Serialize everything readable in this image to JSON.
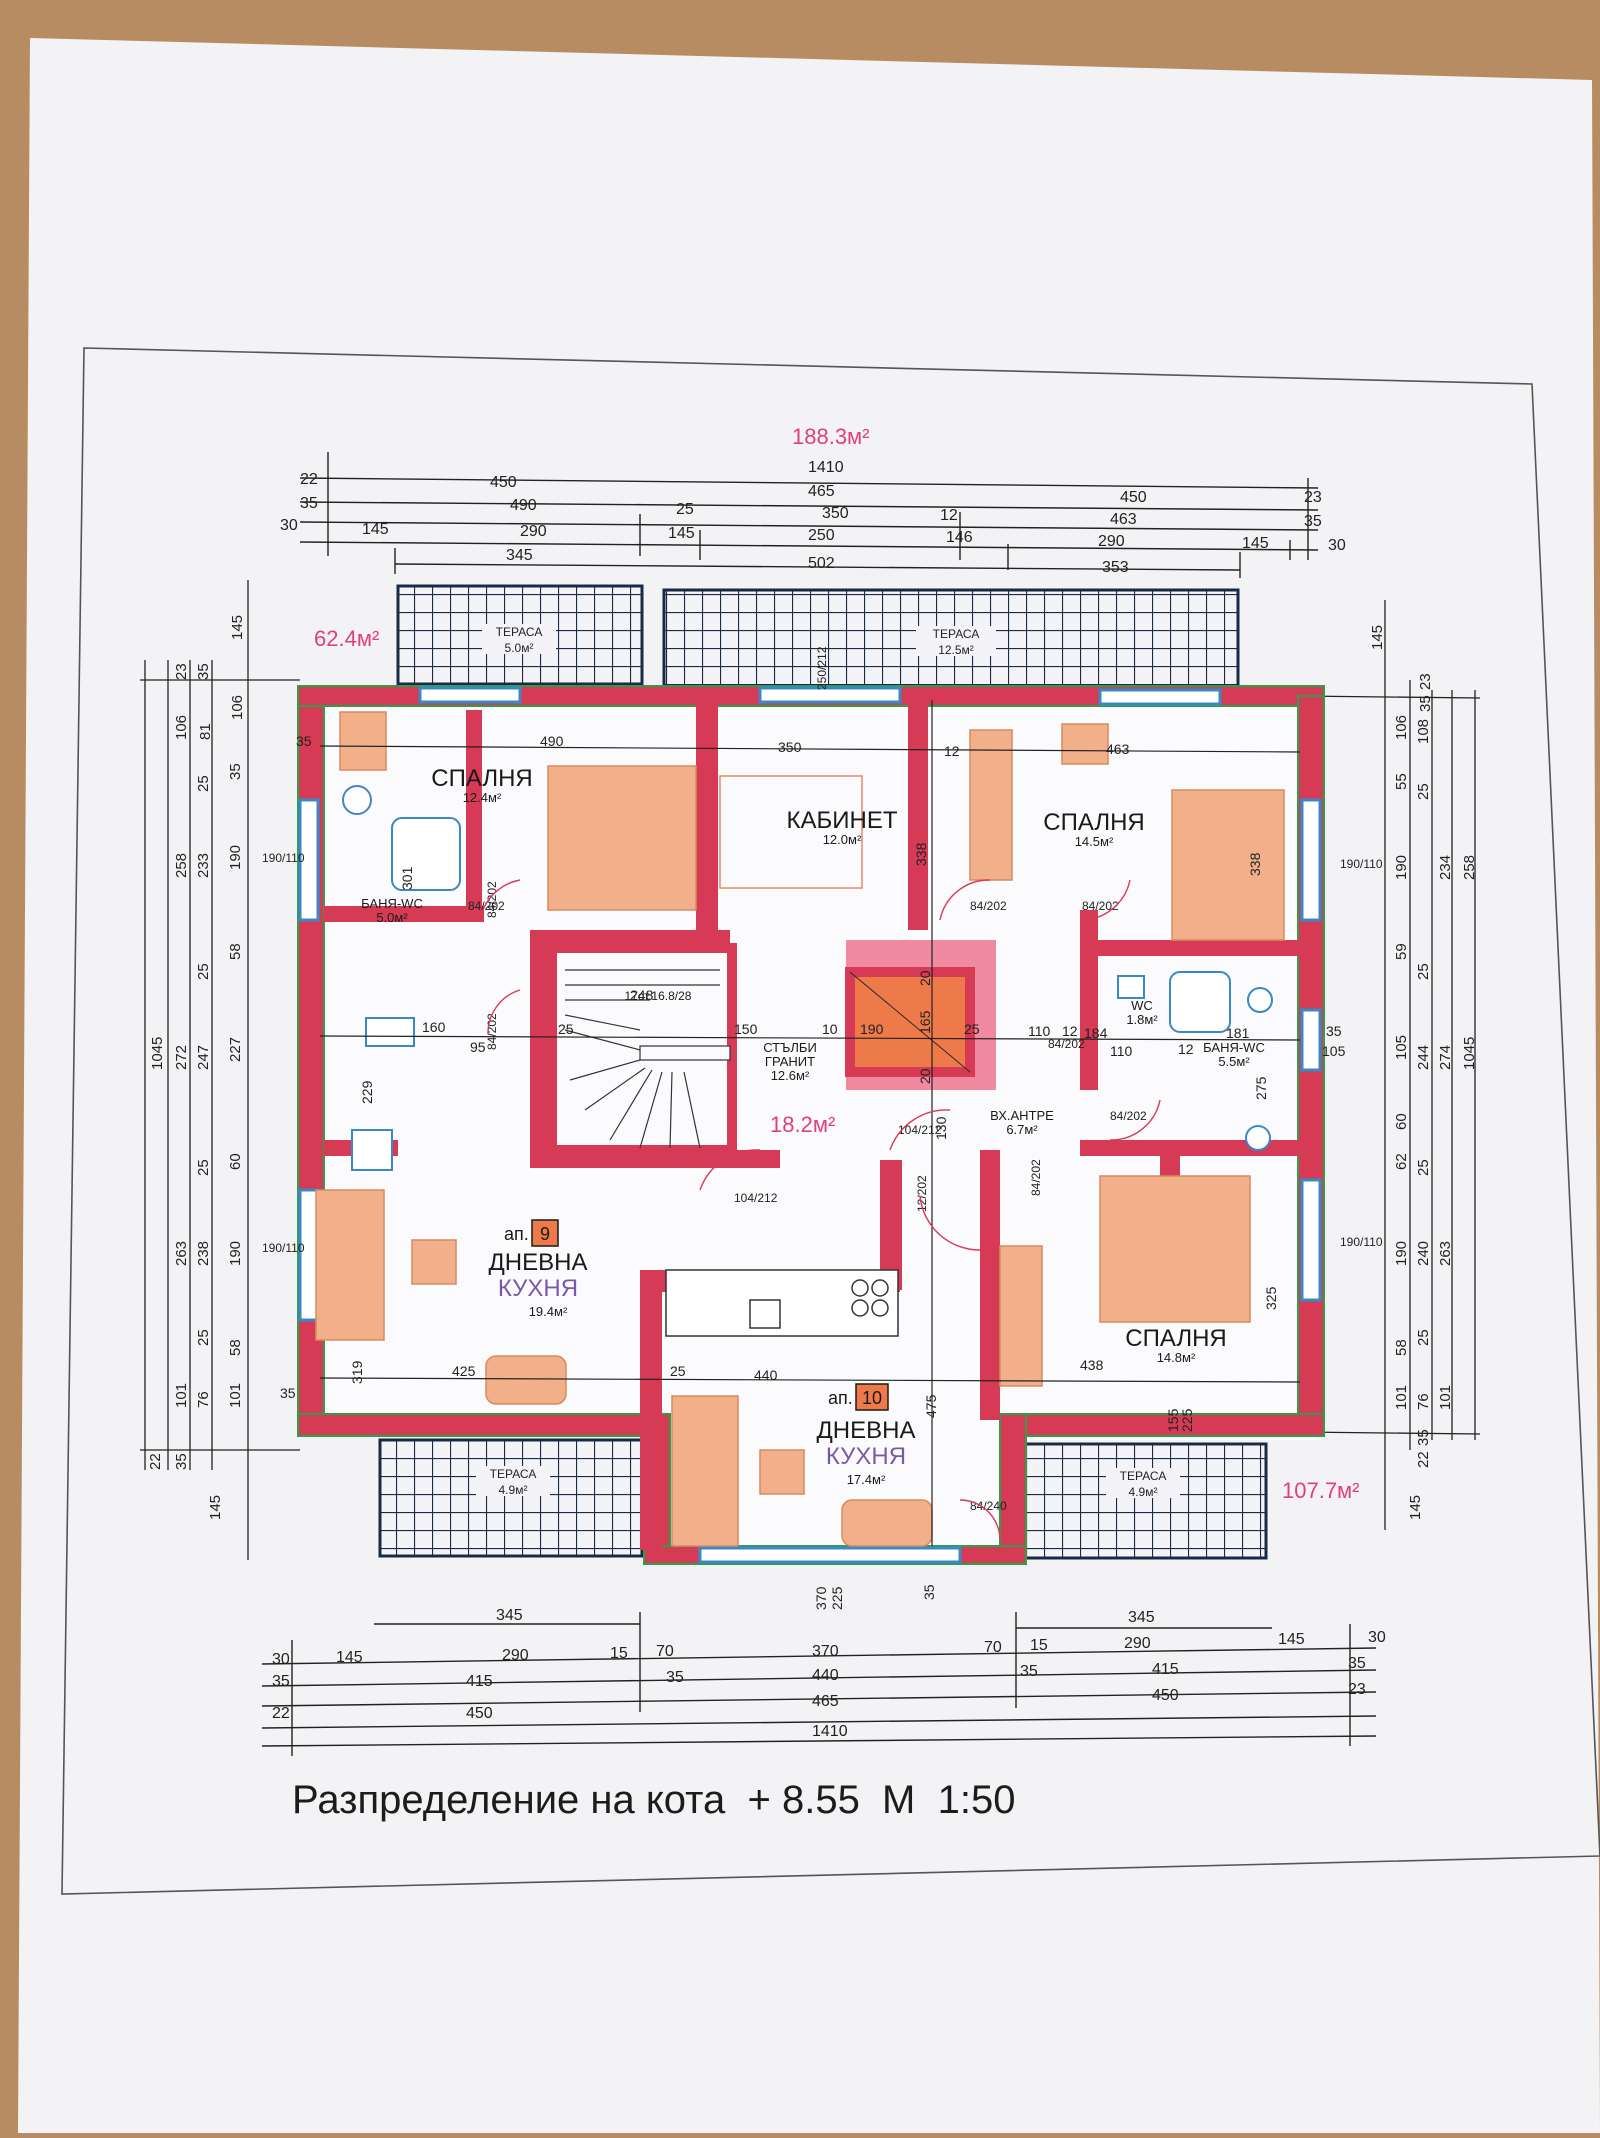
{
  "title": "Разпределение на кота  + 8.55  М  1:50",
  "totals": {
    "total_area": "188.3м²",
    "apt9_area": "62.4м²",
    "apt10_area": "107.7м²",
    "common_area": "18.2м²"
  },
  "apartments": {
    "apt9_label": "ап.",
    "apt9_number": "9",
    "apt10_label": "ап.",
    "apt10_number": "10"
  },
  "rooms": {
    "bedroom_nw": {
      "name": "СПАЛНЯ",
      "area": "12.4м²"
    },
    "study": {
      "name": "КАБИНЕТ",
      "area": "12.0м²"
    },
    "bedroom_ne": {
      "name": "СПАЛНЯ",
      "area": "14.5м²"
    },
    "bath_w": {
      "name": "БАНЯ-WC",
      "area": "5.0м²"
    },
    "stairs": {
      "name": "СТЪЛБИ",
      "sub": "ГРАНИТ",
      "area": "12.6м²",
      "spec": "17ст.16.8/28"
    },
    "wc": {
      "name": "WC",
      "area": "1.8м²"
    },
    "bath_e": {
      "name": "БАНЯ-WC",
      "area": "5.5м²"
    },
    "hall": {
      "name": "ВХ.АНТРЕ",
      "area": "6.7м²"
    },
    "living9": {
      "name": "ДНЕВНА",
      "sub": "КУХНЯ",
      "area": "19.4м²"
    },
    "living10": {
      "name": "ДНЕВНА",
      "sub": "КУХНЯ",
      "area": "17.4м²"
    },
    "bedroom_se": {
      "name": "СПАЛНЯ",
      "area": "14.8м²"
    },
    "terrace_n1": {
      "name": "ТЕРАСА",
      "area": "5.0м²"
    },
    "terrace_n2": {
      "name": "ТЕРАСА",
      "area": "12.5м²"
    },
    "terrace_sw": {
      "name": "ТЕРАСА",
      "area": "4.9м²"
    },
    "terrace_se": {
      "name": "ТЕРАСА",
      "area": "4.9м²"
    }
  },
  "dims_top": {
    "r1": [
      "22",
      "1410",
      "23"
    ],
    "r2": [
      "450",
      "465",
      "450"
    ],
    "r3": [
      "35",
      "490",
      "25",
      "350",
      "12",
      "463",
      "35"
    ],
    "r4": [
      "30",
      "145",
      "290",
      "145",
      "250",
      "146",
      "290",
      "145",
      "30"
    ],
    "r5": [
      "345",
      "502",
      "353"
    ]
  },
  "dims_bottom": {
    "r1": [
      "345",
      "345"
    ],
    "r2": [
      "30",
      "145",
      "290",
      "15",
      "70",
      "370",
      "70",
      "15",
      "290",
      "145",
      "30"
    ],
    "r3": [
      "35",
      "415",
      "35",
      "440",
      "35",
      "415",
      "35"
    ],
    "r4": [
      "22",
      "450",
      "465",
      "450",
      "23"
    ],
    "r5": [
      "1410"
    ]
  },
  "dims_left": [
    "145",
    "23",
    "35",
    "106",
    "81",
    "106",
    "25",
    "35",
    "258",
    "233",
    "190",
    "58",
    "25",
    "1045",
    "272",
    "247",
    "227",
    "25",
    "60",
    "263",
    "238",
    "190",
    "25",
    "58",
    "101",
    "76",
    "101",
    "22",
    "35",
    "145"
  ],
  "dims_right": [
    "145",
    "23",
    "35",
    "106",
    "108",
    "55",
    "25",
    "258",
    "234",
    "190",
    "59",
    "25",
    "1045",
    "274",
    "244",
    "105",
    "60",
    "62",
    "25",
    "263",
    "240",
    "190",
    "58",
    "25",
    "101",
    "76",
    "101",
    "35",
    "22",
    "145"
  ],
  "inner_dims": [
    "490",
    "350",
    "463",
    "35",
    "301",
    "160",
    "95",
    "229",
    "25",
    "248",
    "150",
    "10",
    "190",
    "165",
    "25",
    "110",
    "12",
    "184",
    "181",
    "105",
    "110",
    "275",
    "338",
    "338",
    "425",
    "440",
    "25",
    "438",
    "35",
    "319",
    "325",
    "475",
    "130",
    "370",
    "225",
    "35",
    "155",
    "225",
    "20",
    "20",
    "12",
    "12",
    "35"
  ],
  "doors": [
    "84/202",
    "84/202",
    "84/202",
    "84/202",
    "84/202",
    "84/202",
    "84/202",
    "84/202",
    "104/212",
    "104/212",
    "84/240",
    "12/202",
    "190/110",
    "190/110",
    "190/110",
    "190/110",
    "250/212"
  ],
  "colors": {
    "wall": "#d63a55",
    "wall_fill": "#f0a0b0",
    "furniture": "#f2b08a",
    "window": "#3b88c8",
    "terrace_grid": "#1a2a44",
    "outline_green": "#2e9e4a",
    "pink_text": "#e0407a",
    "kitchen_purple": "#7a5aa8",
    "stair_orange": "#ee7a4a"
  }
}
